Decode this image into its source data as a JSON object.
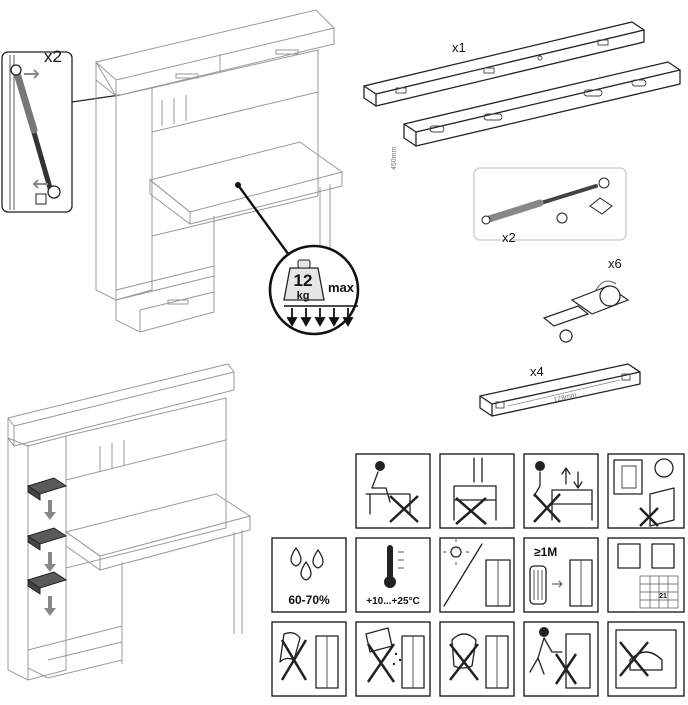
{
  "callout_gas_qty": "x2",
  "weight_badge": {
    "value": "12",
    "unit": "kg",
    "suffix": "max"
  },
  "parts": {
    "rails": {
      "qty": "x1",
      "length": "450mm"
    },
    "gas_lift": {
      "qty": "x2"
    },
    "hinges": {
      "qty": "x6"
    },
    "handles": {
      "qty": "x4",
      "length": "128mm"
    }
  },
  "care_icons": {
    "humidity": "60-70%",
    "temperature": "+10...+25°C",
    "distance": "≥1M",
    "calendar_day": "21"
  },
  "colors": {
    "line": "#222222",
    "shelf_fill": "#5a5a5a",
    "badge_fill": "#e6e6e6"
  }
}
